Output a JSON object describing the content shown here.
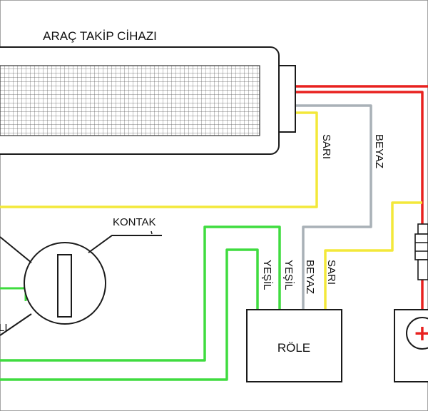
{
  "device": {
    "label": "ARAÇ TAKİP CİHAZI"
  },
  "relay": {
    "label": "RÖLE"
  },
  "ignition": {
    "label": "KONTAK",
    "partial_label": "LI"
  },
  "wire_labels": {
    "sari_top": "SARI",
    "beyaz_top": "BEYAZ",
    "yesil_1": "YEŞİL",
    "yesil_2": "YEŞİL",
    "beyaz_relay": "BEYAZ",
    "sari_relay": "SARI"
  },
  "battery": {
    "terminal": "+"
  },
  "colors": {
    "red": "#e8211f",
    "yellow": "#f3e83a",
    "gray": "#a9b1b7",
    "green": "#3fdc3f",
    "outline": "#1a1a1a",
    "frame": "#888888"
  }
}
